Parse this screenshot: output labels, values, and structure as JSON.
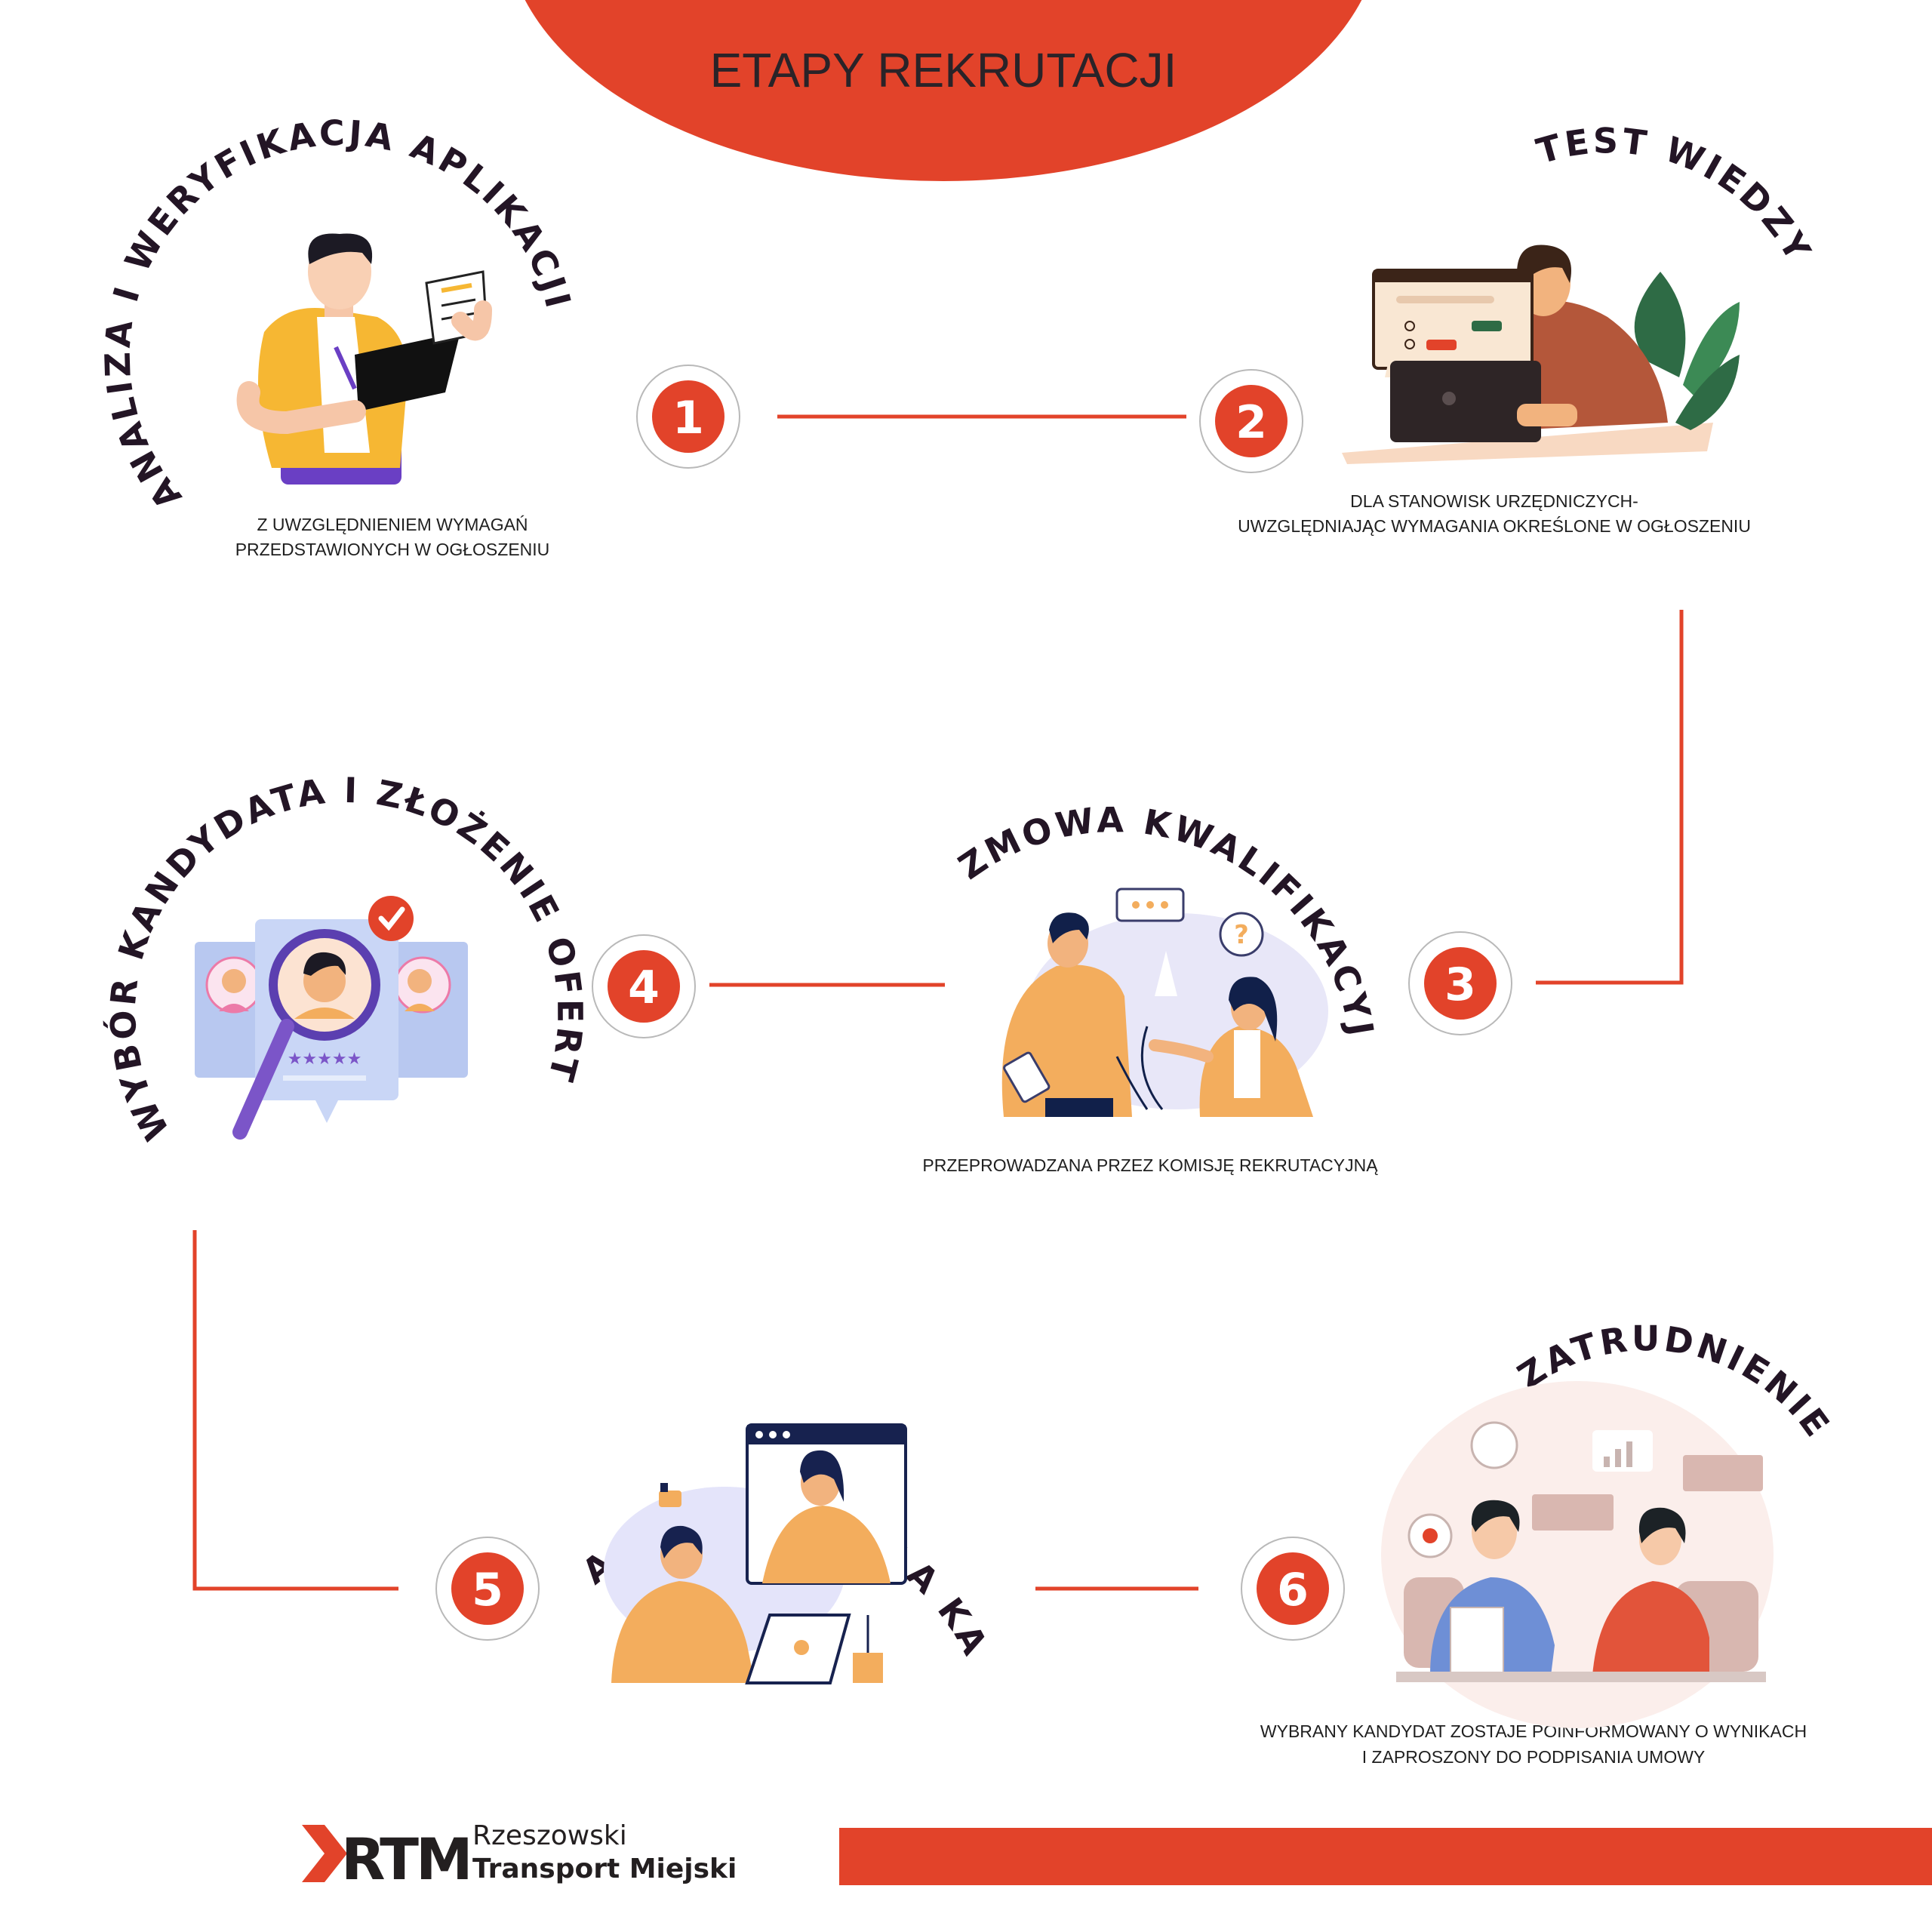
{
  "title": "ETAPY REKRUTACJI",
  "colors": {
    "accent": "#e2432a",
    "dark_text": "#231525",
    "skin": "#f2b37e",
    "orange_shirt": "#f3ad5d"
  },
  "steps": [
    {
      "number": "1",
      "title": "ANALIZA I WERYFIKACJA APLIKACJI",
      "desc_lines": [
        "Z UWZGLĘDNIENIEM WYMAGAŃ",
        "PRZEDSTAWIONYCH W OGŁOSZENIU"
      ],
      "icon": "person-checking-document-icon"
    },
    {
      "number": "2",
      "title": "TEST WIEDZY",
      "desc_lines": [
        "DLA STANOWISK URZĘDNICZYCH-",
        "UWZGLĘDNIAJĄC WYMAGANIA OKREŚLONE W OGŁOSZENIU"
      ],
      "icon": "person-taking-online-test-icon"
    },
    {
      "number": "3",
      "title": "",
      "desc_lines": [],
      "icon": ""
    },
    {
      "number": "4",
      "title": "WYBÓR KANDYDATA I ZŁOŻENIE OFERTY",
      "desc_lines": [],
      "icon": "candidate-search-icon"
    },
    {
      "number": "5",
      "title": "INFORMACJA ZWROTNA DLA KANDYTATÓW",
      "desc_lines": [],
      "icon": "video-call-feedback-icon"
    },
    {
      "number": "6",
      "title": "ZATRUDNIENIE",
      "desc_lines": [
        "WYBRANY KANDYDAT ZOSTAJE POINFORMOWANY O WYNIKACH",
        "I ZAPROSZONY DO PODPISANIA UMOWY"
      ],
      "icon": "job-meeting-icon"
    }
  ],
  "step3": {
    "title": "ROZMOWA KWALIFIKACYJNA",
    "desc_lines": [
      "PRZEPROWADZANA PRZEZ KOMISJĘ REKRUTACYJNĄ"
    ],
    "icon": "interview-conversation-icon"
  },
  "logo": {
    "mark": "RTM",
    "line1": "Rzeszowski",
    "line2": "Transport Miejski"
  }
}
